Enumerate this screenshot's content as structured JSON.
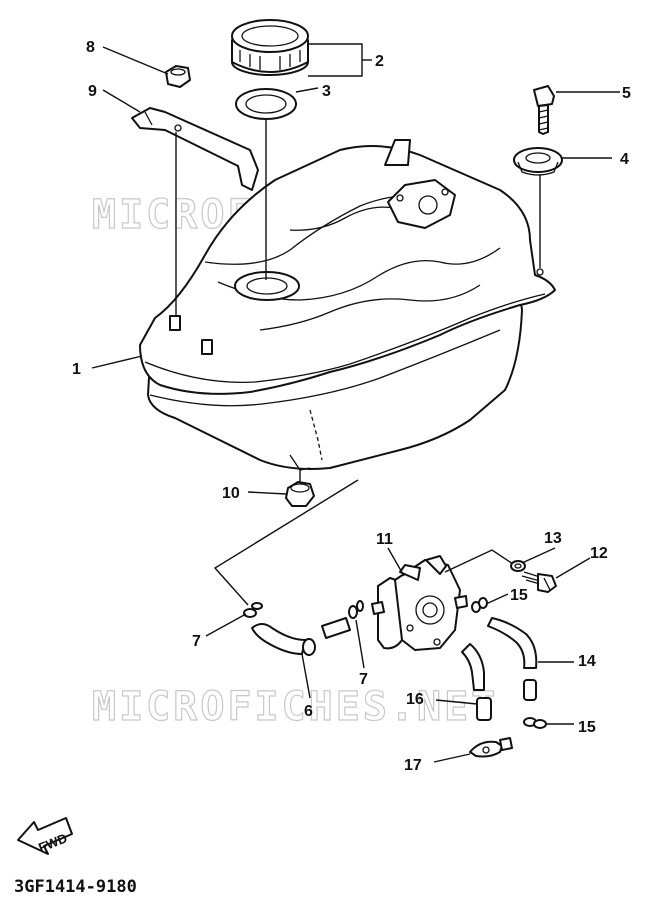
{
  "watermark": "MICROFICHES.NET",
  "diagram_code": "3GF1414-9180",
  "direction_label": "FWD",
  "callouts": [
    "1",
    "2",
    "3",
    "4",
    "5",
    "6",
    "7",
    "7",
    "8",
    "9",
    "10",
    "11",
    "12",
    "13",
    "14",
    "15",
    "15",
    "16",
    "17"
  ]
}
